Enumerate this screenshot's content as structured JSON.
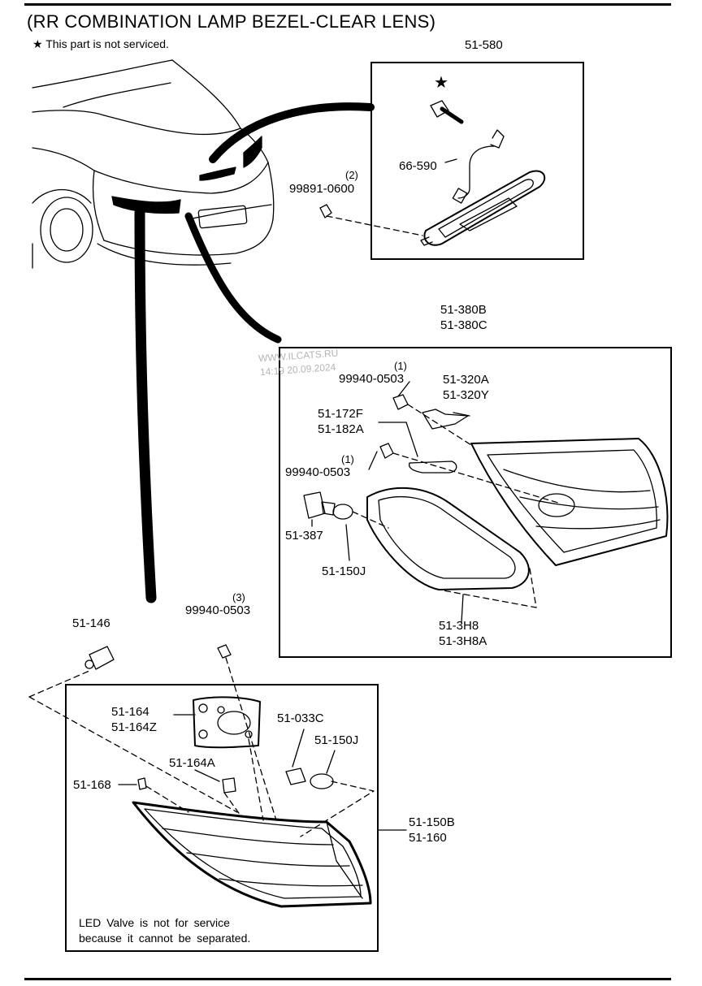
{
  "title": "(RR COMBINATION LAMP BEZEL-CLEAR LENS)",
  "note": {
    "symbol": "★",
    "text": "This part is not serviced."
  },
  "watermark": {
    "line1": "WWW.ILCATS.RU",
    "line2": "14:19 20.09.2024"
  },
  "parts": {
    "p51_580": "51-580",
    "p66_590": "66-590",
    "p99891_0600": "99891-0600",
    "p99891_0600_qty": "(2)",
    "p51_380": [
      "51-380B",
      "51-380C"
    ],
    "p99940_0503_a": "99940-0503",
    "p99940_0503_a_qty": "(1)",
    "p51_320": [
      "51-320A",
      "51-320Y"
    ],
    "p51_172": [
      "51-172F",
      "51-182A"
    ],
    "p99940_0503_b": "99940-0503",
    "p99940_0503_b_qty": "(1)",
    "p51_387": "51-387",
    "p51_150j_a": "51-150J",
    "p51_3h8": [
      "51-3H8",
      "51-3H8A"
    ],
    "p51_146": "51-146",
    "p99940_0503_c": "99940-0503",
    "p99940_0503_c_qty": "(3)",
    "p51_164": [
      "51-164",
      "51-164Z"
    ],
    "p51_033c": "51-033C",
    "p51_150j_b": "51-150J",
    "p51_164a": "51-164A",
    "p51_168": "51-168",
    "p51_150b": [
      "51-150B",
      "51-160"
    ]
  },
  "led_note": [
    "LED Valve is not for service",
    "because it cannot be separated."
  ]
}
